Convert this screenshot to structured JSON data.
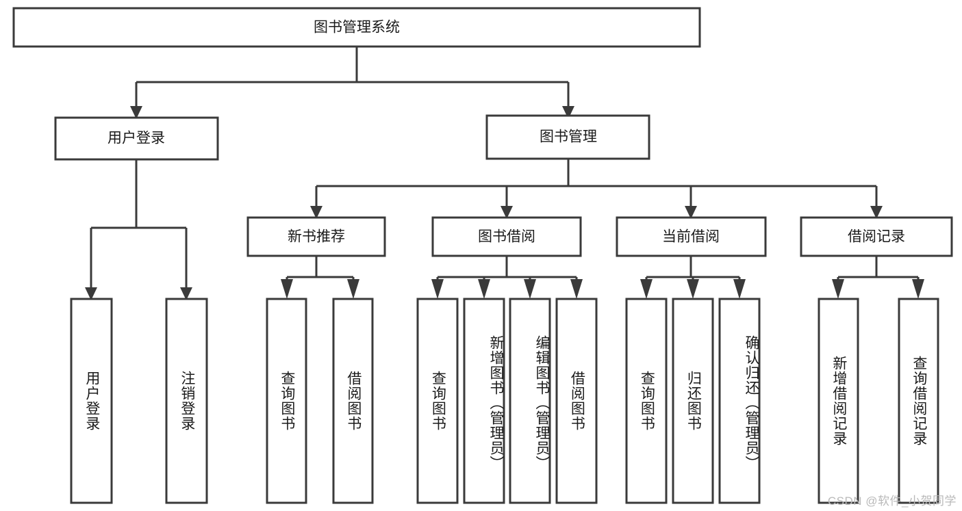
{
  "diagram": {
    "title": "图书管理系统",
    "type": "hierarchy-tree",
    "orientation": "top-down",
    "colors": {
      "box_stroke": "#3a3a3a",
      "box_fill": "#ffffff",
      "connector": "#3a3a3a",
      "text": "#1a1a1a",
      "background": "#ffffff",
      "watermark": "#b9b9b9"
    },
    "root": {
      "label": "图书管理系统"
    },
    "level2": [
      {
        "key": "user_login",
        "label": "用户登录"
      },
      {
        "key": "book_manage",
        "label": "图书管理"
      }
    ],
    "level3": [
      {
        "key": "new_book_rec",
        "label": "新书推荐"
      },
      {
        "key": "book_borrow",
        "label": "图书借阅"
      },
      {
        "key": "current_borrow",
        "label": "当前借阅"
      },
      {
        "key": "borrow_record",
        "label": "借阅记录"
      }
    ],
    "leaves": {
      "user_login": [
        {
          "key": "user_login_leaf",
          "label": "用户登录"
        },
        {
          "key": "logout_leaf",
          "label": "注销登录"
        }
      ],
      "new_book_rec": [
        {
          "key": "query_book_1",
          "label": "查询图书"
        },
        {
          "key": "borrow_book_1",
          "label": "借阅图书"
        }
      ],
      "book_borrow": [
        {
          "key": "query_book_2",
          "label": "查询图书"
        },
        {
          "key": "add_book",
          "label": "新增图书（管理员）"
        },
        {
          "key": "edit_book",
          "label": "编辑图书（管理员）"
        },
        {
          "key": "borrow_book_2",
          "label": "借阅图书"
        }
      ],
      "current_borrow": [
        {
          "key": "query_book_3",
          "label": "查询图书"
        },
        {
          "key": "return_book",
          "label": "归还图书"
        },
        {
          "key": "confirm_return",
          "label": "确认归还（管理员）"
        }
      ],
      "borrow_record": [
        {
          "key": "add_record",
          "label": "新增借阅记录"
        },
        {
          "key": "query_record",
          "label": "查询借阅记录"
        }
      ]
    }
  },
  "watermark": {
    "text": "CSDN @软件_小贺同学"
  }
}
